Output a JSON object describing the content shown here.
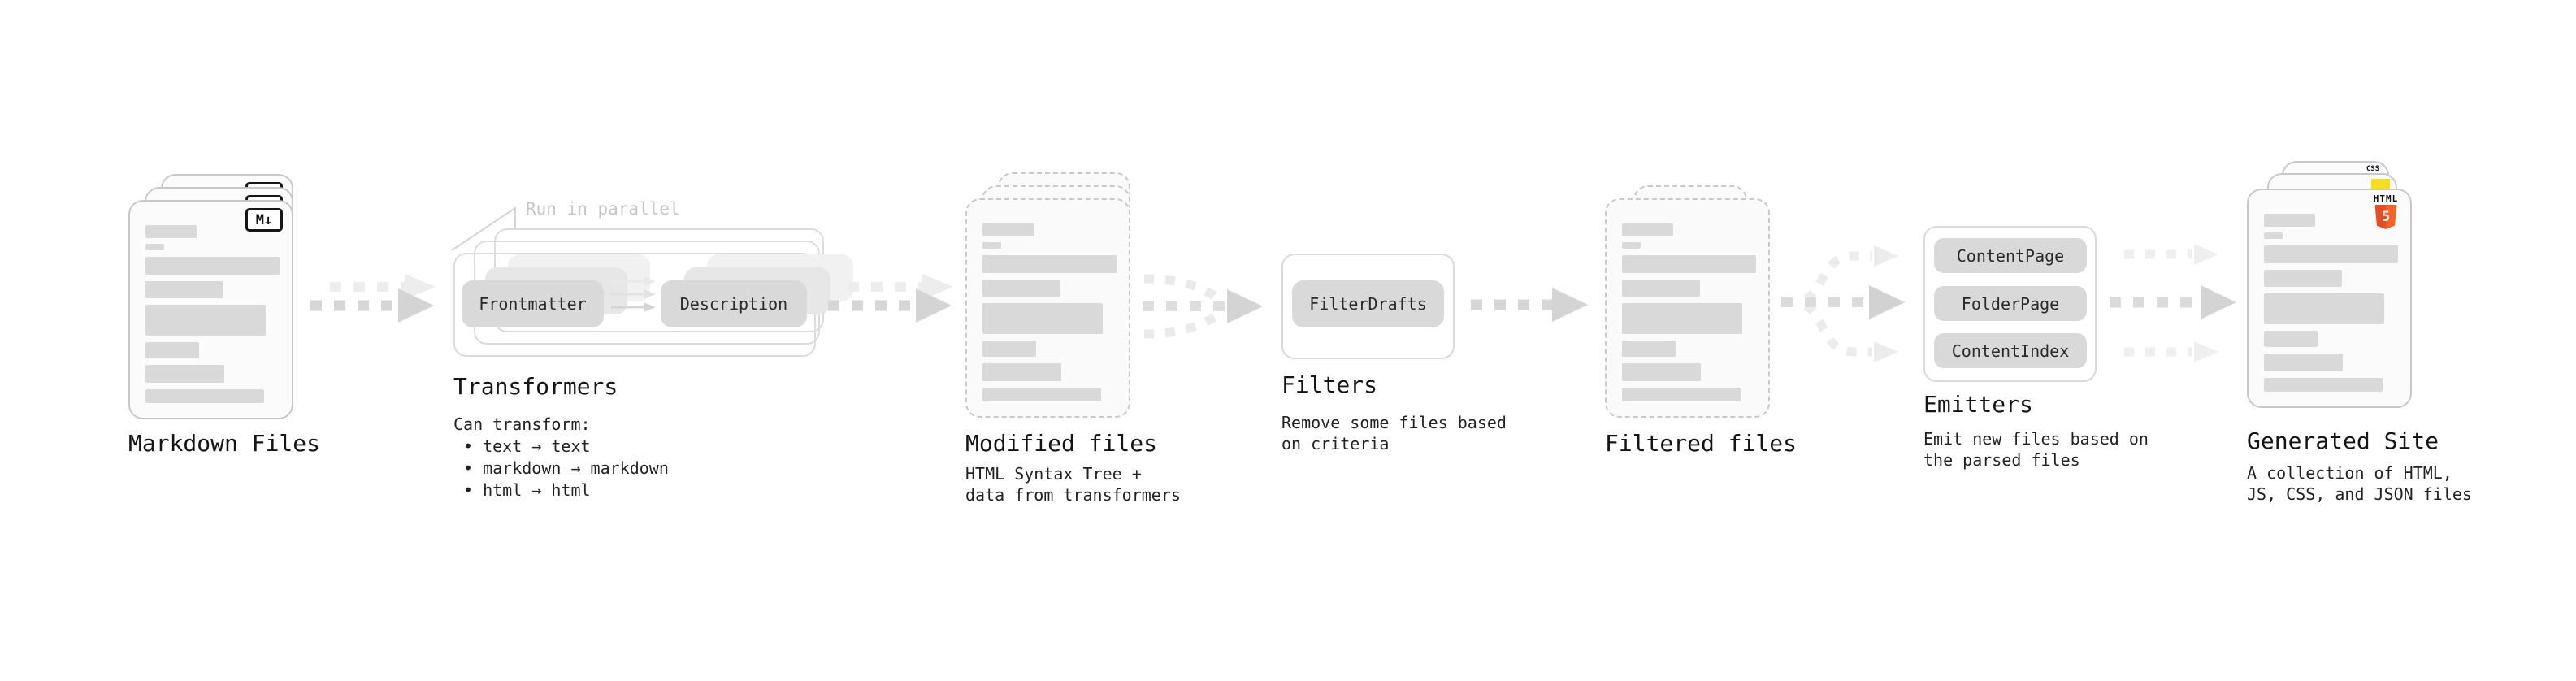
{
  "markdown": {
    "label": "Markdown Files",
    "badge": "M↓"
  },
  "transformers": {
    "label": "Transformers",
    "annotation": "Run in parallel",
    "source_button": "Frontmatter",
    "target_button": "Description",
    "note_title": "Can transform:",
    "bullets": [
      "• text → text",
      "• markdown → markdown",
      "• html → html"
    ]
  },
  "modified": {
    "label": "Modified files",
    "note": "HTML Syntax Tree +\ndata from transformers"
  },
  "filters": {
    "label": "Filters",
    "button": "FilterDrafts",
    "note": "Remove some files based\non criteria"
  },
  "filtered": {
    "label": "Filtered files"
  },
  "emitters": {
    "label": "Emitters",
    "buttons": [
      "ContentPage",
      "FolderPage",
      "ContentIndex"
    ],
    "note": "Emit new files based on\nthe parsed files"
  },
  "generated": {
    "label": "Generated Site",
    "note": "A collection of HTML,\nJS, CSS, and JSON files",
    "badges": {
      "css": "CSS",
      "html_word": "HTML",
      "html_number": "5"
    }
  },
  "colors": {
    "html5_orange": "#e44d26",
    "js_yellow": "#f7df1e",
    "css_blue": "#2965f1",
    "bar_gray": "#d9d9d9",
    "pill_gray": "#d9d9d9",
    "arrow_gray": "#d4d4d4",
    "annotation_gray": "#c6c6c6",
    "card_border": "#c8c8c8"
  }
}
